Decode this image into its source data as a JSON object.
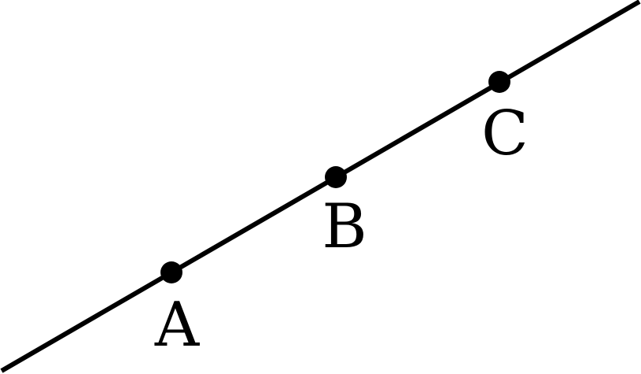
{
  "diagram": {
    "line_color": "#000000",
    "point_color": "#000000",
    "points": [
      {
        "label": "A"
      },
      {
        "label": "B"
      },
      {
        "label": "C"
      }
    ]
  }
}
